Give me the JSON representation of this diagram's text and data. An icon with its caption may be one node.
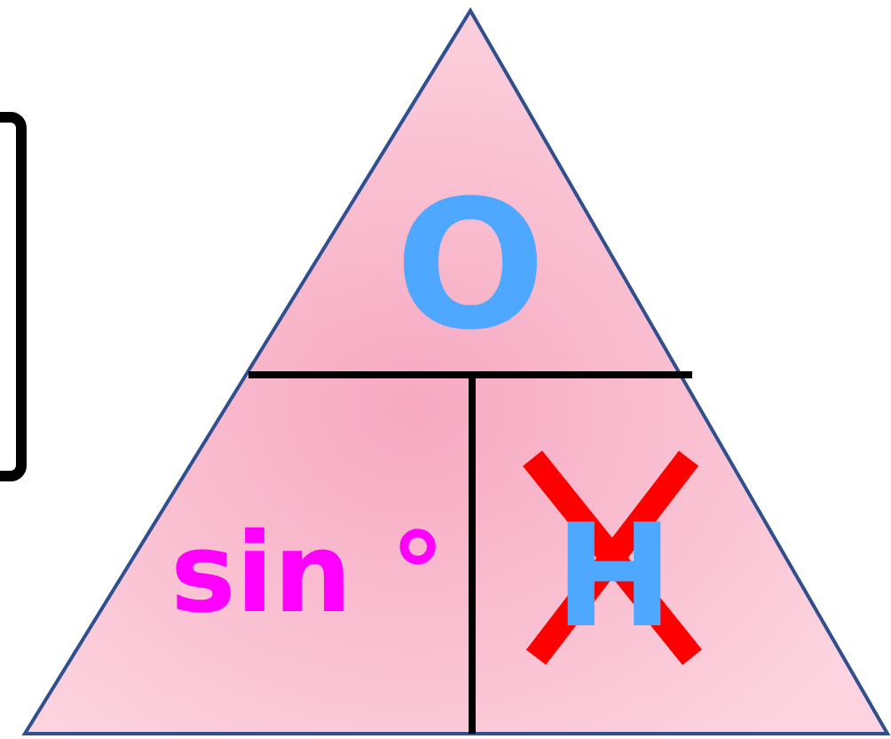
{
  "diagram": {
    "nodes": [
      {
        "text": [
          "O"
        ]
      },
      {
        "text": [
          "sin °"
        ]
      },
      {
        "text": [
          "H"
        ]
      },
      {
        "text": [],
        "shape": "box"
      }
    ]
  }
}
